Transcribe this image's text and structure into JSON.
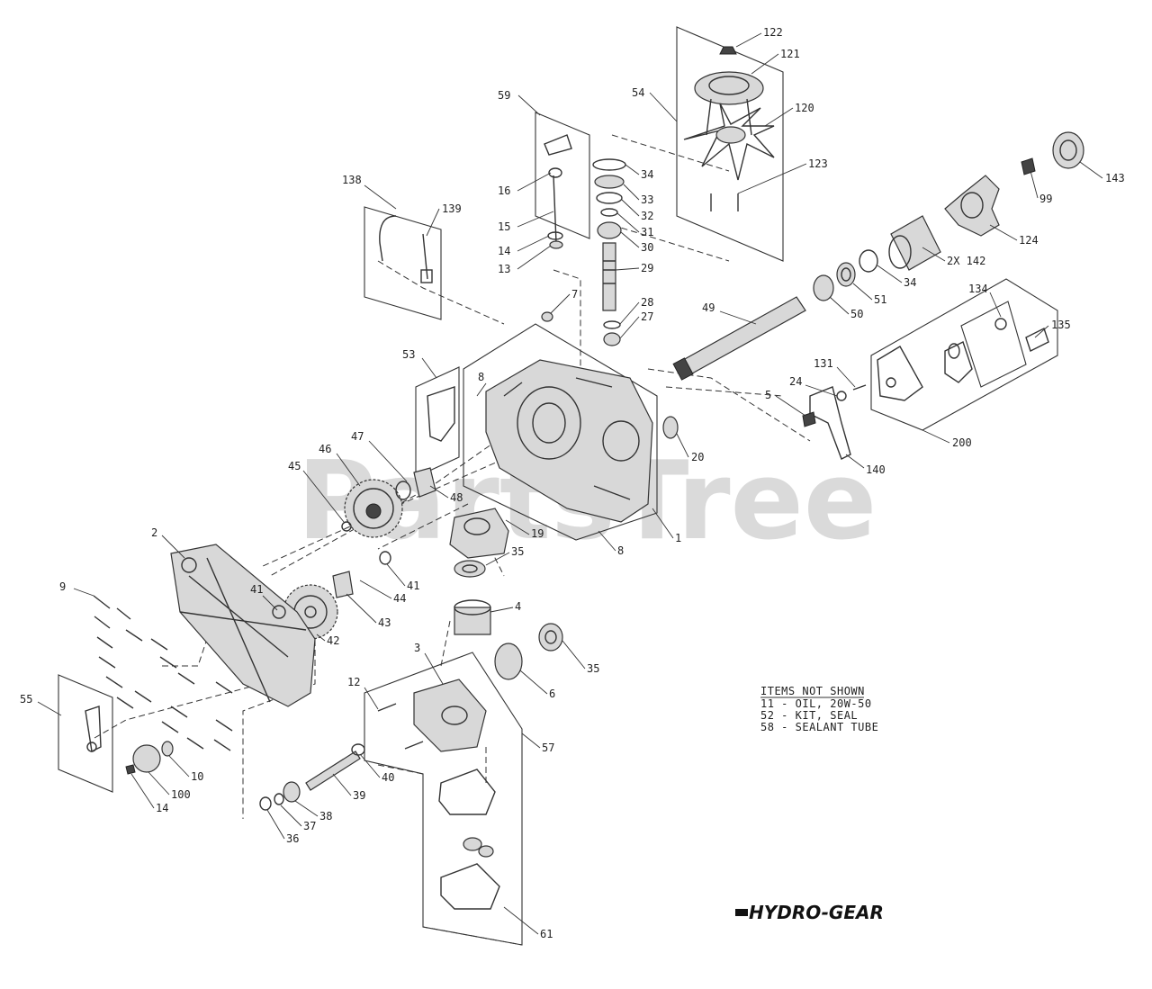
{
  "watermark": "PartsTree",
  "brand": "HYDRO-GEAR",
  "notes": {
    "heading": "ITEMS NOT SHOWN",
    "lines": [
      "11 - OIL, 20W-50",
      "52 - KIT, SEAL",
      "58 - SEALANT TUBE"
    ]
  },
  "labels": {
    "l122": "122",
    "l121": "121",
    "l54": "54",
    "l120": "120",
    "l123": "123",
    "l143": "143",
    "l99": "99",
    "l124": "124",
    "l142": "2X 142",
    "l34a": "34",
    "l51": "51",
    "l50": "50",
    "l49": "49",
    "l134": "134",
    "l135": "135",
    "l131": "131",
    "l24": "24",
    "l5": "5",
    "l140": "140",
    "l200": "200",
    "l59": "59",
    "l16": "16",
    "l15": "15",
    "l14a": "14",
    "l13": "13",
    "l34b": "34",
    "l33": "33",
    "l32": "32",
    "l31": "31",
    "l30": "30",
    "l29": "29",
    "l28": "28",
    "l27": "27",
    "l138": "138",
    "l139": "139",
    "l7": "7",
    "l53": "53",
    "l8a": "8",
    "l20": "20",
    "l1": "1",
    "l8b": "8",
    "l19": "19",
    "l47": "47",
    "l46": "46",
    "l45": "45",
    "l48": "48",
    "l35a": "35",
    "l41a": "41",
    "l44": "44",
    "l43": "43",
    "l2": "2",
    "l41b": "41",
    "l42": "42",
    "l9": "9",
    "l4": "4",
    "l35b": "35",
    "l6": "6",
    "l3": "3",
    "l12": "12",
    "l57": "57",
    "l55": "55",
    "l10": "10",
    "l100": "100",
    "l14b": "14",
    "l40": "40",
    "l39": "39",
    "l38": "38",
    "l37": "37",
    "l36": "36",
    "l61": "61"
  }
}
